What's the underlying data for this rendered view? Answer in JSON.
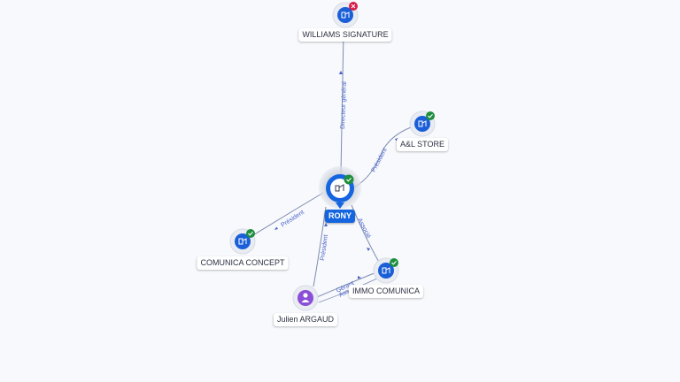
{
  "colors": {
    "company_blue": "#1a5fd8",
    "main_blue": "#1565e0",
    "person_purple": "#8a4fd6",
    "active_green": "#1e8e3e",
    "closed_red": "#d81b48",
    "edge": "#7f8bb0",
    "edge_label": "#4a63c9"
  },
  "nodes": {
    "williams": {
      "label": "WILLIAMS SIGNATURE",
      "kind": "company",
      "status": "closed",
      "status_icon": "x-icon"
    },
    "al_store": {
      "label": "A&L STORE",
      "kind": "company",
      "status": "active",
      "status_icon": "check-icon"
    },
    "rony": {
      "label": "RONY",
      "kind": "main-company",
      "status": "active",
      "status_icon": "check-icon"
    },
    "comunica_concept": {
      "label": "COMUNICA CONCEPT",
      "kind": "company",
      "status": "active",
      "status_icon": "check-icon"
    },
    "immo_comunica": {
      "label": "IMMO COMUNICA",
      "kind": "company",
      "status": "active",
      "status_icon": "check-icon"
    },
    "julien": {
      "label": "Julien ARGAUD",
      "kind": "person",
      "status": "",
      "status_icon": ""
    }
  },
  "edges": {
    "williams_rony": {
      "label": "Directeur général"
    },
    "al_store_rony": {
      "label": "Président"
    },
    "comunica_rony": {
      "label": "Président"
    },
    "julien_rony": {
      "label": "Président"
    },
    "immo_rony": {
      "label": "Associé"
    },
    "julien_immo_1": {
      "label": "Gérant"
    },
    "julien_immo_2": {
      "label": "Ass"
    }
  }
}
